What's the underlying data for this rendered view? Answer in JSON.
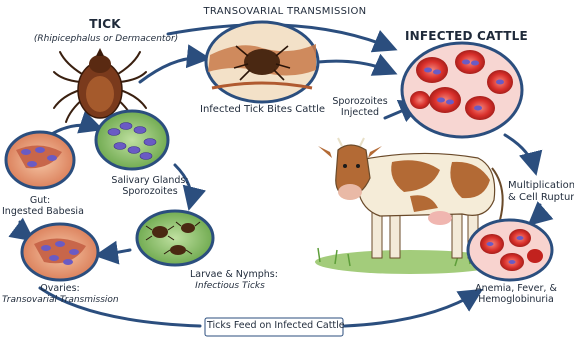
{
  "tick": {
    "title": "TICK",
    "subtitle": "(Rhipicephalus or Dermacentor)"
  },
  "top_banner": "TRANSOVARIAL TRANSMISSION",
  "infected_cattle_title": "INFECTED CATTLE",
  "steps": {
    "bite": "Infected Tick Bites Cattle",
    "sporozoites_injected_1": "Sporozoites",
    "sporozoites_injected_2": "Injected",
    "multiplication_1": "Multiplication",
    "multiplication_2": "& Cell Rupture",
    "anemia_1": "Anemia, Fever, &",
    "anemia_2": "Hemoglobinuria",
    "feed": "Ticks Feed on Infected Cattle",
    "larvae_1": "Larvae & Nymphs:",
    "larvae_2": "Infectious Ticks",
    "salivary_1": "Salivary Glands:",
    "salivary_2": "Sporozoites",
    "gut_1": "Gut:",
    "gut_2": "Ingested Babesia",
    "ovaries_1": "Ovaries:",
    "ovaries_2": "Transovarial Transmission"
  },
  "colors": {
    "arrow": "#2b4e7e",
    "rbc": "#d9302b",
    "parasite": "#6a5bc4",
    "tissue": "#e48a6a",
    "grass": "#5e9e3a"
  }
}
